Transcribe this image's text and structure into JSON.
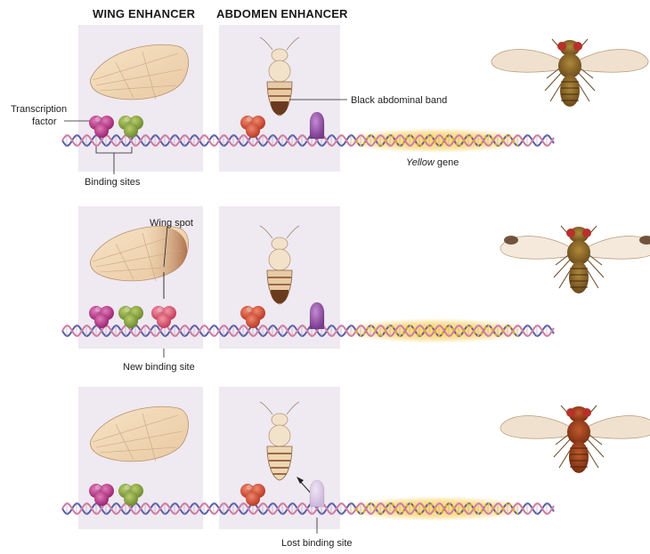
{
  "headers": {
    "wing_enhancer": "WING ENHANCER",
    "abdomen_enhancer": "ABDOMEN ENHANCER"
  },
  "labels": {
    "transcription_factor_line1": "Transcription",
    "transcription_factor_line2": "factor",
    "binding_sites": "Binding sites",
    "black_abdominal_band": "Black abdominal band",
    "yellow_gene_italic": "Yellow",
    "yellow_gene_rest": " gene",
    "wing_spot": "Wing spot",
    "new_binding_site": "New binding site",
    "lost_binding_site": "Lost binding site"
  },
  "colors": {
    "panel_bg": "#efe9f1",
    "tf_magenta": "#b0307e",
    "tf_green": "#7e9a3c",
    "tf_red": "#d04a3a",
    "tf_pink": "#d8506a",
    "tf_purple": "#9a5aa8",
    "tf_purple_faded": "#d7c4e0",
    "dna_blue": "#5a5fa8",
    "dna_pink": "#d07aa0",
    "yellow_glow": "#f5c84a"
  },
  "rows": [
    {
      "id": "ancestral",
      "wing_spot": false,
      "new_site": false,
      "lost_site": false
    },
    {
      "id": "spotted",
      "wing_spot": true,
      "new_site": true,
      "lost_site": false
    },
    {
      "id": "no-band",
      "wing_spot": false,
      "new_site": false,
      "lost_site": true
    }
  ]
}
